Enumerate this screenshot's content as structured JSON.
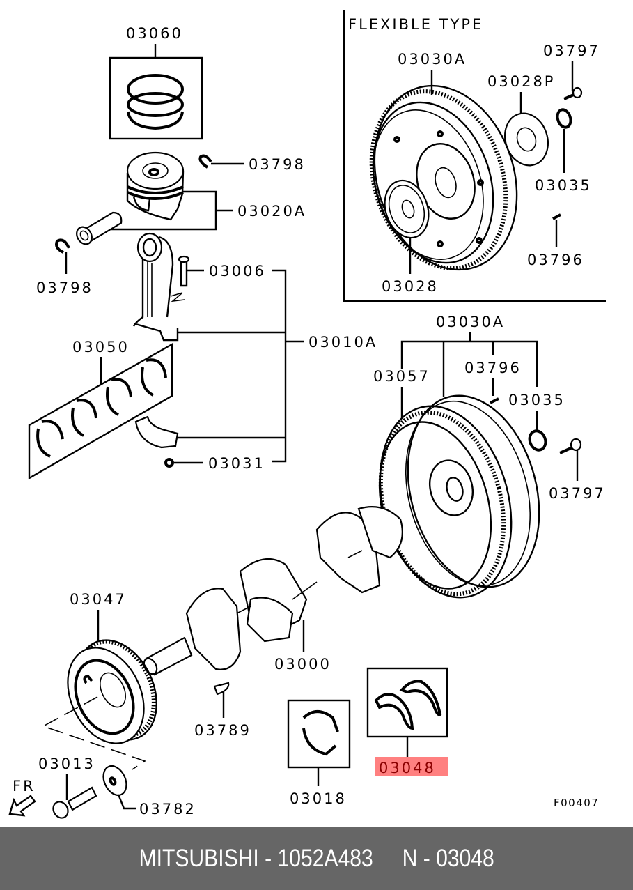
{
  "diagram": {
    "section_title": "FLEXIBLE TYPE",
    "reference_code": "F00407",
    "direction_label": "FR",
    "highlight_color": "#ff8080",
    "parts": {
      "piston_rings": "03060",
      "snap_ring_top": "03798",
      "piston_assembly": "03020A",
      "snap_ring_left": "03798",
      "conrod_bolt": "03006",
      "conrod_assembly": "03010A",
      "crank_bearing_set": "03050",
      "conrod_nut": "03031",
      "flex_drive_plate": "03030A",
      "flex_adapter_plate": "03028P",
      "flex_bolt": "03797",
      "flex_bushing": "03035",
      "flex_dowel": "03796",
      "flex_plate": "03028",
      "flywheel_assembly": "03030A",
      "ring_gear": "03057",
      "flywheel_dowel": "03796",
      "flywheel_bushing": "03035",
      "flywheel_bolt": "03797",
      "damper_pulley": "03047",
      "crankshaft": "03000",
      "woodruff_key": "03789",
      "pulley_bolt": "03013",
      "washer": "03782",
      "main_bearing": "03018",
      "thrust_washer": "03048"
    }
  },
  "footer": {
    "caption": "MITSUBISHI - 1052A483     N - 03048"
  }
}
